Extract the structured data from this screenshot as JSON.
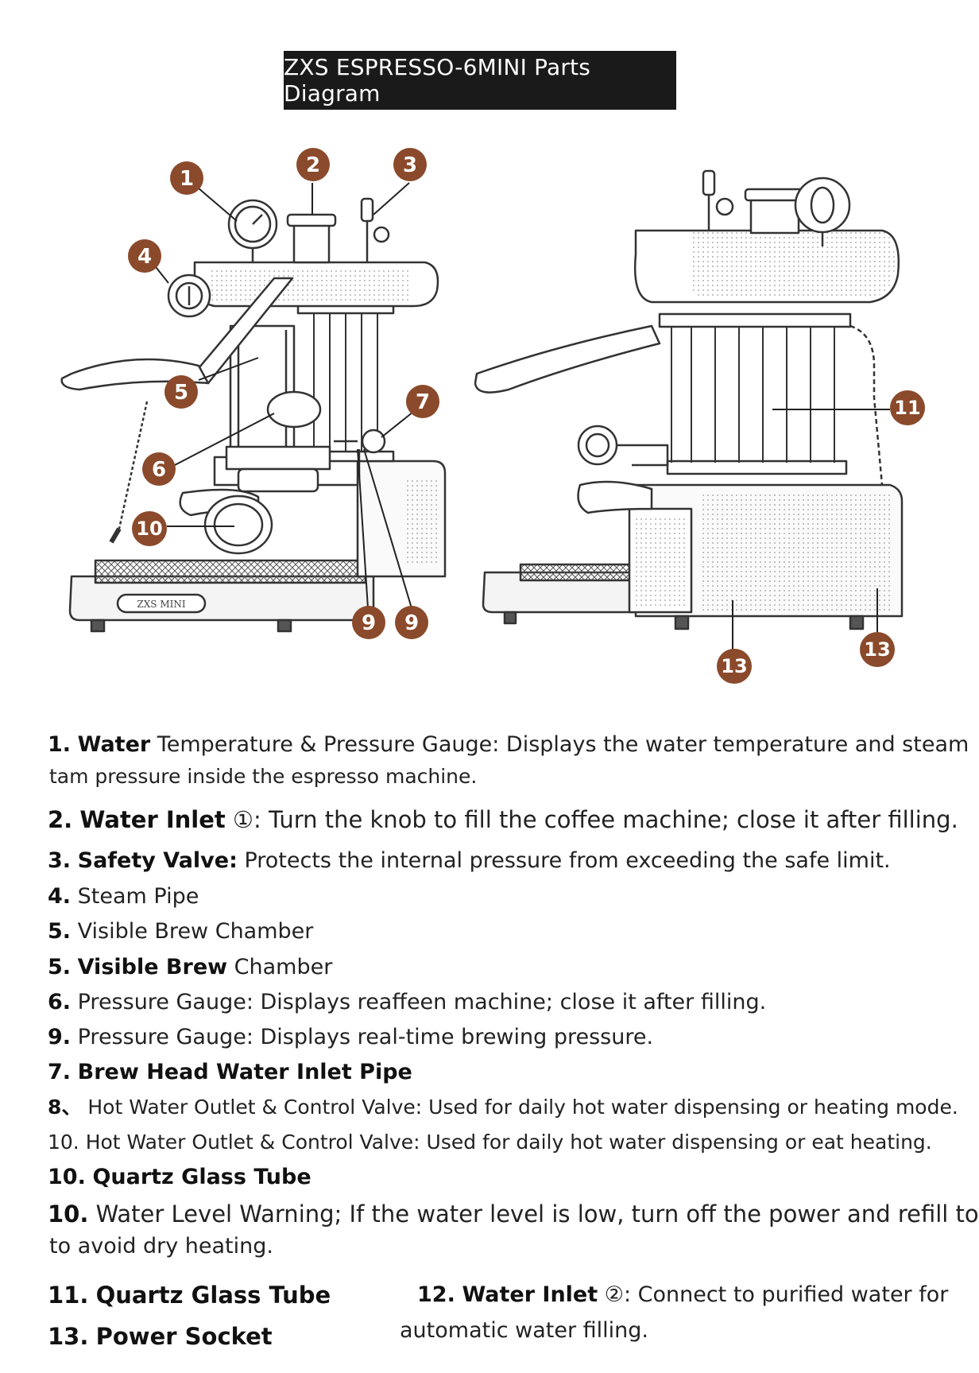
{
  "title": "ZXS ESPRESSO-6MINI Parts Diagram",
  "badge_color": "#8a4a2b",
  "callouts_left": [
    "1",
    "2",
    "3",
    "4",
    "5",
    "6",
    "7",
    "10",
    "9",
    "9"
  ],
  "callouts_right": [
    "11",
    "13",
    "13"
  ],
  "brand_plate": "ZXS MINI",
  "legend": [
    {
      "num": "1.",
      "bold": "Water",
      "text": " Temperature & Pressure Gauge: Displays the water temperature and steam"
    },
    {
      "cont": "tam pressure inside the espresso machine."
    },
    {
      "num": "2.",
      "bold": "Water Inlet",
      "text": " ①: Turn the knob to fill the coffee machine; close it after filling."
    },
    {
      "num": "3.",
      "bold": "Safety Valve:",
      "text": " Protects the internal pressure from exceeding the safe limit."
    },
    {
      "num": "4.",
      "bold": "",
      "text": " Steam Pipe"
    },
    {
      "num": "5.",
      "bold": "",
      "text": " Visible Brew Chamber"
    },
    {
      "num": "5.",
      "bold": "Visible Brew",
      "text": " Chamber"
    },
    {
      "num": "6.",
      "bold": "",
      "text": " Pressure Gauge: Displays reaffeen machine; close it after filling."
    },
    {
      "num": "9.",
      "bold": "",
      "text": " Pressure Gauge: Displays real-time brewing pressure."
    },
    {
      "num": "7.",
      "bold": "Brew Head Water Inlet Pipe",
      "text": ""
    },
    {
      "num": "8、",
      "bold": "",
      "text": " Hot Water Outlet & Control Valve: Used for daily hot water dispensing or heating mode."
    },
    {
      "num": "10.",
      "bold": "",
      "text": " Hot Water Outlet & Control Valve: Used for daily hot water dispensing or eat heating."
    },
    {
      "num": "10.",
      "bold": "Quartz Glass Tube",
      "text": ""
    },
    {
      "num": "10.",
      "bold": "",
      "text": " Water Level Warning; If the water level is low, turn off the power and refill to"
    },
    {
      "cont": "to avoid dry heating."
    }
  ],
  "bottom_left": [
    {
      "num": "11.",
      "bold": "Quartz Glass Tube"
    },
    {
      "num": "13.",
      "bold": "Power Socket"
    }
  ],
  "bottom_right": {
    "num": "12.",
    "bold": "Water Inlet",
    "text": " ②: Connect to purified water for",
    "cont": "automatic water filling."
  }
}
